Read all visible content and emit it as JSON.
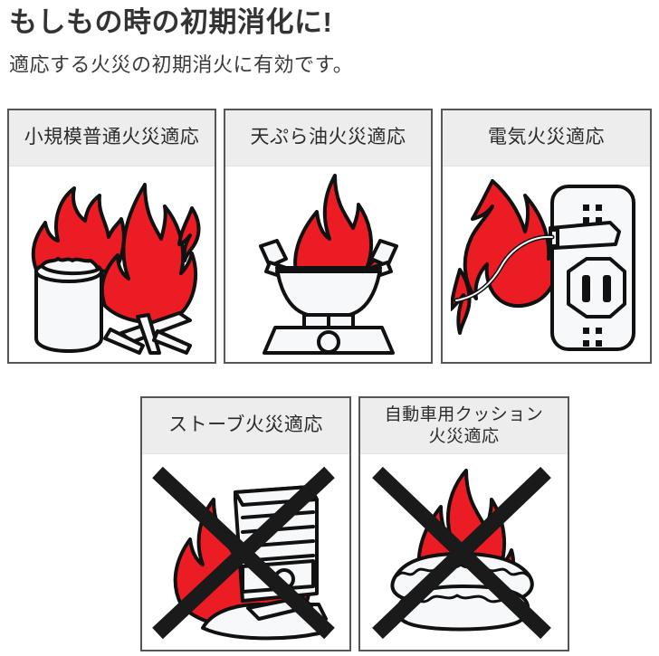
{
  "headline": "もしもの時の初期消化に!",
  "subheadline": "適応する火災の初期消火に有効です。",
  "colors": {
    "flame_red": "#ec1c24",
    "flame_shadow": "#b01419",
    "outline_black": "#111111",
    "header_gray": "#ededed",
    "card_border": "#555555",
    "text_dark": "#333333"
  },
  "cards": [
    {
      "id": "ordinary",
      "title": "小規模普通火災適応",
      "illustration": "burning-trashcan-and-campfire",
      "applicable": true,
      "crossed_out": false
    },
    {
      "id": "oil",
      "title": "天ぷら油火災適応",
      "illustration": "burning-tempura-pot-on-stove",
      "applicable": true,
      "crossed_out": false
    },
    {
      "id": "electric",
      "title": "電気火災適応",
      "illustration": "burning-electrical-outlet-plug",
      "applicable": true,
      "crossed_out": false
    },
    {
      "id": "stove",
      "title": "ストーブ火災適応",
      "illustration": "burning-kerosene-heater",
      "applicable": false,
      "crossed_out": true
    },
    {
      "id": "cushion",
      "title_line1": "自動車用クッション",
      "title_line2": "火災適応",
      "illustration": "burning-car-cushion",
      "applicable": false,
      "crossed_out": true
    }
  ]
}
